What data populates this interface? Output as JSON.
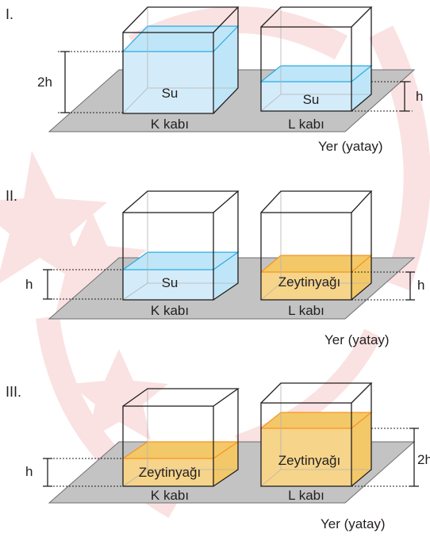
{
  "panels": [
    {
      "numeral": "I.",
      "k": {
        "liquid": "Su",
        "label": "K kabı",
        "level": "2h"
      },
      "l": {
        "liquid": "Su",
        "label": "L kabı",
        "level": "h"
      },
      "ground": "Yer (yatay)"
    },
    {
      "numeral": "II.",
      "k": {
        "liquid": "Su",
        "label": "K kabı",
        "level": "h"
      },
      "l": {
        "liquid": "Zeytinyağı",
        "label": "L kabı",
        "level": "h"
      },
      "ground": "Yer (yatay)"
    },
    {
      "numeral": "III.",
      "k": {
        "liquid": "Zeytinyağı",
        "label": "K kabı",
        "level": "h"
      },
      "l": {
        "liquid": "Zeytinyağı",
        "label": "L kabı",
        "level": "2h"
      },
      "ground": "Yer (yatay)"
    }
  ],
  "colors": {
    "water_front": "#d4ecf9",
    "water_top": "#bfe6f8",
    "water_edge": "#29abe2",
    "oil_front": "#f6d48a",
    "oil_top": "#f3c868",
    "oil_edge": "#f7941d",
    "ground": "#c3c3c4",
    "watermark": "#d7141a"
  }
}
